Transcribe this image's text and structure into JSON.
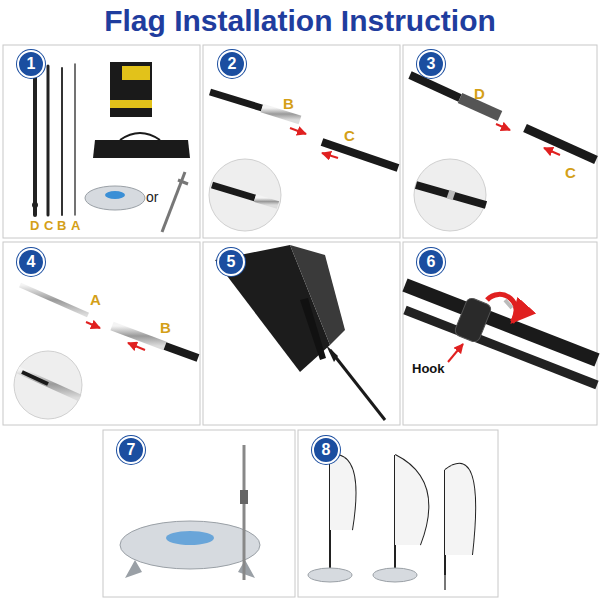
{
  "diagram": {
    "title": "Flag Installation Instruction",
    "nodes": [
      {
        "text": [
          "1"
        ]
      },
      {
        "text": [
          "2"
        ]
      },
      {
        "text": [
          "3"
        ]
      },
      {
        "text": [
          "4"
        ]
      },
      {
        "text": [
          "5"
        ]
      },
      {
        "text": [
          "6"
        ]
      },
      {
        "text": [
          "7"
        ]
      },
      {
        "text": [
          "8"
        ]
      }
    ],
    "labels": [
      "D",
      "C",
      "B",
      "A",
      "or",
      "B",
      "C",
      "D",
      "C",
      "A",
      "B",
      "Hook"
    ]
  }
}
